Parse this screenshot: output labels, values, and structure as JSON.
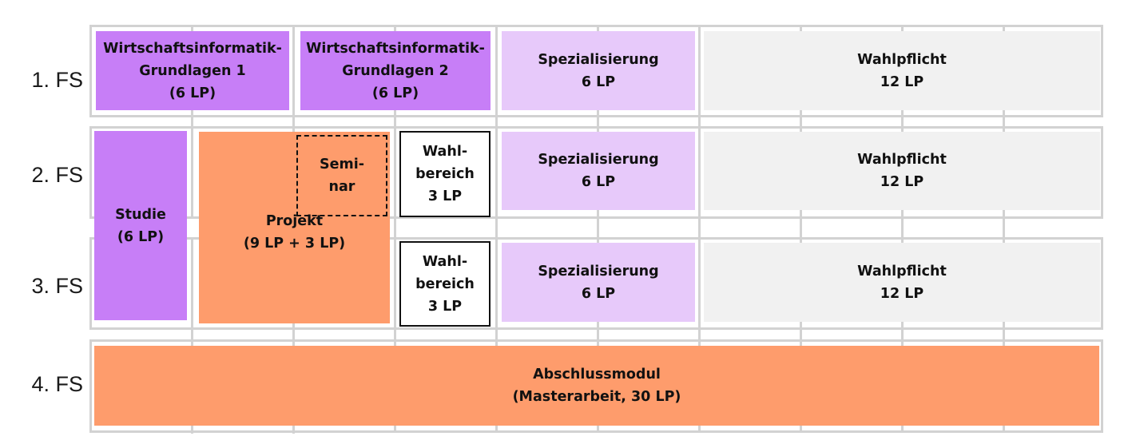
{
  "semesters": [
    "1. FS",
    "2. FS",
    "3. FS",
    "4. FS"
  ],
  "modules": {
    "wi1": {
      "line1": "Wirtschaftsinformatik-",
      "line2": "Grundlagen 1",
      "line3": "(6 LP)"
    },
    "wi2": {
      "line1": "Wirtschaftsinformatik-",
      "line2": "Grundlagen 2",
      "line3": "(6 LP)"
    },
    "spez": {
      "line1": "Spezialisierung",
      "line2": "6 LP"
    },
    "wahlpflicht": {
      "line1": "Wahlpflicht",
      "line2": "12 LP"
    },
    "studie": {
      "line1": "Studie",
      "line2": "(6 LP)"
    },
    "projekt": {
      "line1": "Projekt",
      "line2": "(9 LP + 3 LP)"
    },
    "seminar": {
      "line1": "Semi-",
      "line2": "nar"
    },
    "wahlbereich": {
      "line1": "Wahl-",
      "line2": "bereich",
      "line3": "3 LP"
    },
    "abschluss": {
      "line1": "Abschlussmodul",
      "line2": "(Masterarbeit, 30 LP)"
    }
  },
  "colors": {
    "grundlagen": "#c77ef7",
    "spezialisierung": "#e7c9fa",
    "wahlpflicht": "#f1f1f1",
    "projekt_abschluss": "#fe9c6c",
    "grid": "#d2d2d2"
  }
}
